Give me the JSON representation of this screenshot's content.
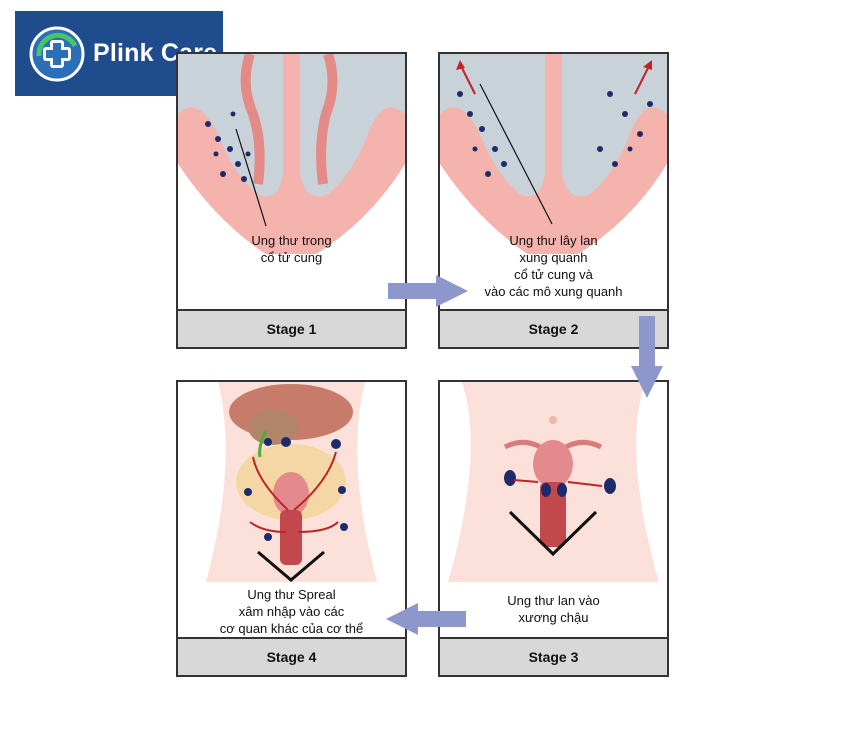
{
  "brand": {
    "name": "Plink Care",
    "logo_icon": "medical-cross-icon",
    "color": "#1f4c8c"
  },
  "stages": [
    {
      "label": "Stage 1",
      "caption": [
        "Ung thư trong",
        "cổ tử cung"
      ]
    },
    {
      "label": "Stage 2",
      "caption": [
        "Ung thư lây lan",
        "xung quanh",
        "cổ tử cung và",
        "vào các mô xung quanh"
      ]
    },
    {
      "label": "Stage 3",
      "caption": [
        "Ung thư lan vào",
        "xương chậu"
      ]
    },
    {
      "label": "Stage 4",
      "caption": [
        "Ung thư Spreal",
        "xâm nhập vào các",
        "cơ quan khác của cơ thể"
      ]
    }
  ],
  "colors": {
    "tissue": "#f4b3ad",
    "tumor": "#1d2a6b",
    "arrow": "#8d97cc",
    "spread": "#c0242a"
  }
}
